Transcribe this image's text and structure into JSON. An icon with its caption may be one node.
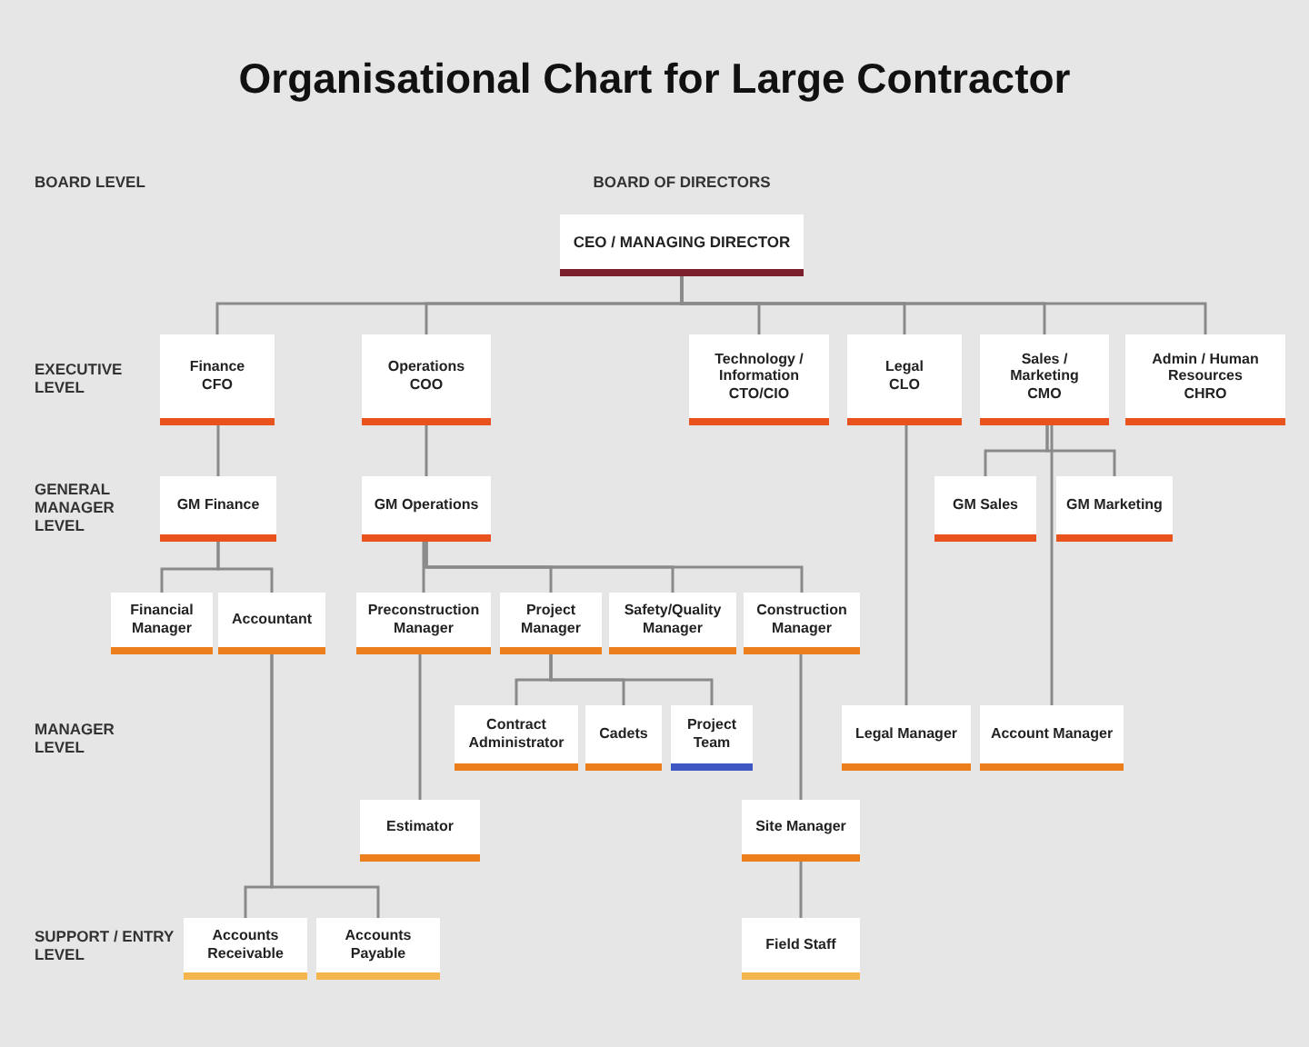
{
  "diagram": {
    "title": "Organisational Chart for Large Contractor",
    "nodes": [
      {
        "text": [
          "CEO / MANAGING DIRECTOR"
        ]
      },
      {
        "text": [
          "Finance",
          "CFO"
        ]
      },
      {
        "text": [
          "Operations",
          "COO"
        ]
      },
      {
        "text": [
          "Technology / Information",
          "CTO/CIO"
        ]
      },
      {
        "text": [
          "Legal",
          "CLO"
        ]
      },
      {
        "text": [
          "Sales / Marketing",
          "CMO"
        ]
      },
      {
        "text": [
          "Admin / Human Resources",
          "CHRO"
        ]
      },
      {
        "text": [
          "GM Finance"
        ]
      },
      {
        "text": [
          "GM Operations"
        ]
      },
      {
        "text": [
          "GM Sales"
        ]
      },
      {
        "text": [
          "GM Marketing"
        ]
      },
      {
        "text": [
          "Financial Manager"
        ]
      },
      {
        "text": [
          "Accountant"
        ]
      },
      {
        "text": [
          "Preconstruction Manager"
        ]
      },
      {
        "text": [
          "Project Manager"
        ]
      },
      {
        "text": [
          "Safety/Quality Manager"
        ]
      },
      {
        "text": [
          "Construction Manager"
        ]
      },
      {
        "text": [
          "Contract Administrator"
        ]
      },
      {
        "text": [
          "Cadets"
        ]
      },
      {
        "text": [
          "Project Team"
        ]
      },
      {
        "text": [
          "Legal Manager"
        ]
      },
      {
        "text": [
          "Account Manager"
        ]
      },
      {
        "text": [
          "Estimator"
        ]
      },
      {
        "text": [
          "Site Manager"
        ]
      },
      {
        "text": [
          "Accounts Receivable"
        ]
      },
      {
        "text": [
          "Accounts Payable"
        ]
      },
      {
        "text": [
          "Field Staff"
        ]
      }
    ],
    "edges": [
      {
        "from": 0,
        "to": 1,
        "arrow": "none"
      },
      {
        "from": 0,
        "to": 2,
        "arrow": "none"
      },
      {
        "from": 0,
        "to": 3,
        "arrow": "none"
      },
      {
        "from": 0,
        "to": 4,
        "arrow": "none"
      },
      {
        "from": 0,
        "to": 5,
        "arrow": "none"
      },
      {
        "from": 0,
        "to": 6,
        "arrow": "none"
      },
      {
        "from": 1,
        "to": 7,
        "arrow": "none"
      },
      {
        "from": 2,
        "to": 8,
        "arrow": "none"
      },
      {
        "from": 5,
        "to": 9,
        "arrow": "none"
      },
      {
        "from": 5,
        "to": 10,
        "arrow": "none"
      },
      {
        "from": 7,
        "to": 11,
        "arrow": "none"
      },
      {
        "from": 7,
        "to": 12,
        "arrow": "none"
      },
      {
        "from": 8,
        "to": 13,
        "arrow": "none"
      },
      {
        "from": 8,
        "to": 14,
        "arrow": "none"
      },
      {
        "from": 8,
        "to": 15,
        "arrow": "none"
      },
      {
        "from": 8,
        "to": 16,
        "arrow": "none"
      },
      {
        "from": 14,
        "to": 17,
        "arrow": "none"
      },
      {
        "from": 14,
        "to": 18,
        "arrow": "none"
      },
      {
        "from": 14,
        "to": 19,
        "arrow": "none"
      },
      {
        "from": 4,
        "to": 20,
        "arrow": "none"
      },
      {
        "from": 5,
        "to": 21,
        "arrow": "none"
      },
      {
        "from": 13,
        "to": 22,
        "arrow": "none"
      },
      {
        "from": 16,
        "to": 23,
        "arrow": "none"
      },
      {
        "from": 12,
        "to": 24,
        "arrow": "none"
      },
      {
        "from": 12,
        "to": 25,
        "arrow": "none"
      },
      {
        "from": 23,
        "to": 26,
        "arrow": "none"
      }
    ],
    "labels": [
      "BOARD LEVEL",
      "BOARD OF DIRECTORS",
      "EXECUTIVE LEVEL",
      "GENERAL MANAGER LEVEL",
      "MANAGER LEVEL",
      "SUPPORT / ENTRY LEVEL"
    ]
  }
}
